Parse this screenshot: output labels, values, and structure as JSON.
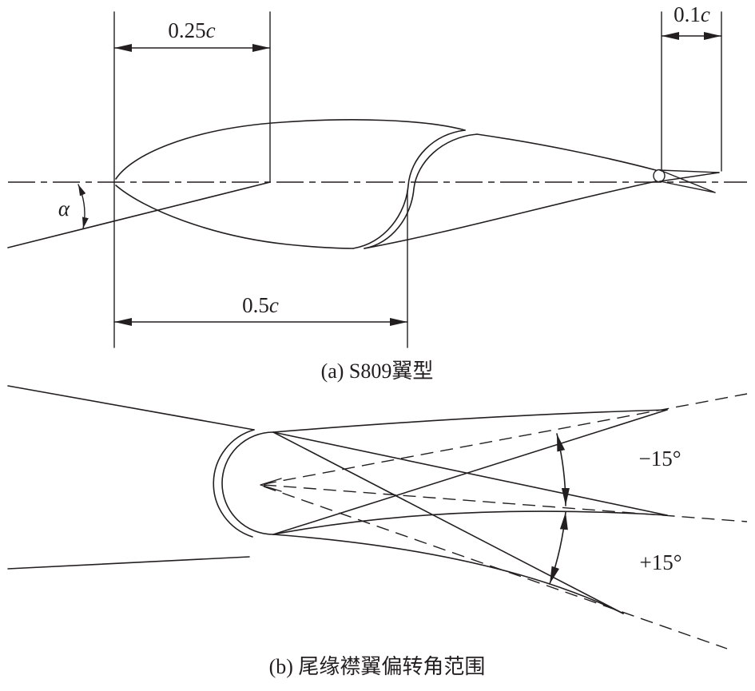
{
  "colors": {
    "ink": "#231f20",
    "background": "#ffffff"
  },
  "panel_a": {
    "dim_quarter_chord": {
      "num": "0.25",
      "var": "c"
    },
    "dim_flap_tip": {
      "num": "0.1",
      "var": "c"
    },
    "dim_half_chord": {
      "num": "0.5",
      "var": "c"
    },
    "angle_symbol": "α",
    "caption": "(a) S809翼型"
  },
  "panel_b": {
    "angle_up_label": "−15°",
    "angle_down_label": "+15°",
    "caption": "(b) 尾缘襟翼偏转角范围"
  }
}
